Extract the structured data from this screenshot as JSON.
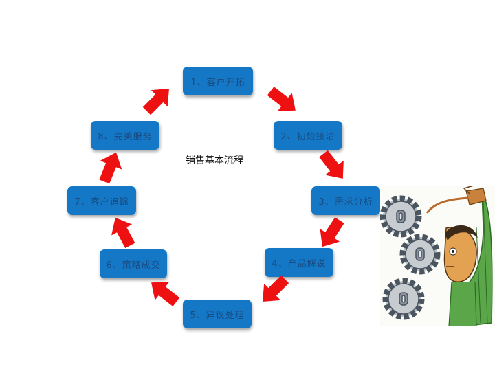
{
  "title": "销售基本流程",
  "steps": [
    {
      "label": "1、客户开拓"
    },
    {
      "label": "2、初始接洽"
    },
    {
      "label": "3、需求分析"
    },
    {
      "label": "4、产品解说"
    },
    {
      "label": "5、异议处理"
    },
    {
      "label": "6、策略成交"
    },
    {
      "label": "7、客户追踪"
    },
    {
      "label": "8、完美服务"
    }
  ],
  "colors": {
    "box": "#1478c6",
    "arrow": "#ee1111",
    "label": "#1a4a80"
  },
  "illustration": {
    "icon": "gears-oiling-man-illustration"
  }
}
